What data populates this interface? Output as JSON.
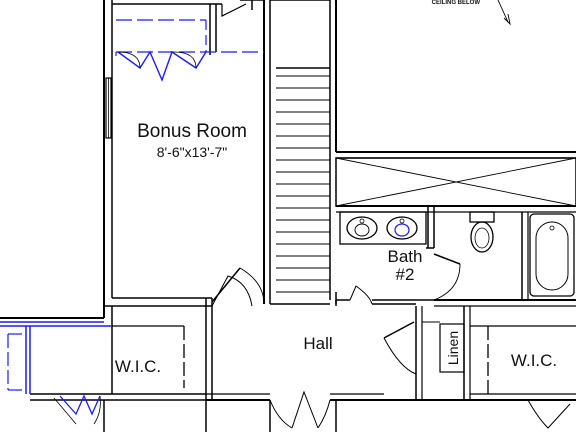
{
  "plan": {
    "note": "CEILING BELOW",
    "rooms": {
      "bonus_room": {
        "name": "Bonus Room",
        "dimensions": "8'-6\"x13'-7\""
      },
      "bath": {
        "name_line1": "Bath",
        "name_line2": "#2"
      },
      "hall": {
        "name": "Hall"
      },
      "linen": {
        "name": "Linen"
      },
      "wic_left": {
        "name": "W.I.C."
      },
      "wic_right": {
        "name": "W.I.C."
      }
    },
    "colors": {
      "wall": "#000000",
      "highlight": "#1a1aff",
      "background": "#ffffff"
    }
  }
}
